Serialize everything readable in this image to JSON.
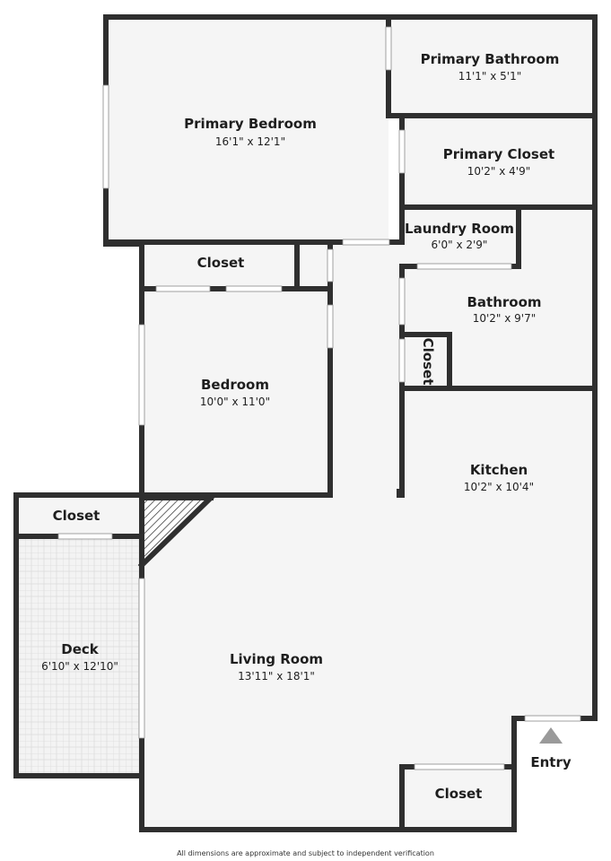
{
  "colors": {
    "wall": "#2f2f2f",
    "floor": "#f5f5f5",
    "window": "#ffffff",
    "entry_arrow": "#9a9a9a"
  },
  "rooms": {
    "primary_bedroom": {
      "name": "Primary Bedroom",
      "dims": "16'1\" x 12'1\""
    },
    "primary_bathroom": {
      "name": "Primary Bathroom",
      "dims": "11'1\" x 5'1\""
    },
    "primary_closet": {
      "name": "Primary Closet",
      "dims": "10'2\" x 4'9\""
    },
    "laundry_room": {
      "name": "Laundry Room",
      "dims": "6'0\" x 2'9\""
    },
    "bathroom": {
      "name": "Bathroom",
      "dims": "10'2\" x 9'7\""
    },
    "bath_closet": {
      "name": "Closet"
    },
    "bedroom_closet": {
      "name": "Closet"
    },
    "bedroom": {
      "name": "Bedroom",
      "dims": "10'0\" x 11'0\""
    },
    "kitchen": {
      "name": "Kitchen",
      "dims": "10'2\" x 10'4\""
    },
    "deck_closet": {
      "name": "Closet"
    },
    "deck": {
      "name": "Deck",
      "dims": "6'10\" x 12'10\""
    },
    "living_room": {
      "name": "Living Room",
      "dims": "13'11\" x 18'1\""
    },
    "entry_closet": {
      "name": "Closet"
    }
  },
  "entry_label": "Entry",
  "footer": "All dimensions are approximate and subject to independent verification"
}
